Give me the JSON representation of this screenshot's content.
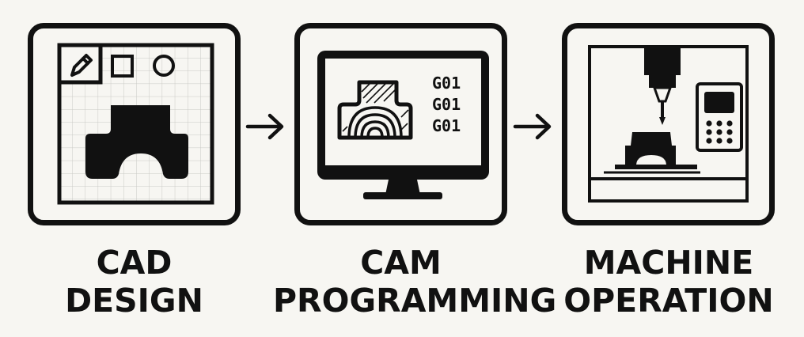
{
  "steps": [
    {
      "title_line1": "CAD",
      "title_line2": "DESIGN",
      "icon": "cad-drawing-icon"
    },
    {
      "title_line1": "CAM",
      "title_line2": "PROGRAMMING",
      "icon": "computer-monitor-icon",
      "gcode_lines": [
        "G01",
        "G01",
        "G01"
      ]
    },
    {
      "title_line1": "MACHINE",
      "title_line2": "OPERATION",
      "icon": "cnc-machine-icon"
    }
  ],
  "connectors": [
    "arrow-right-icon",
    "arrow-right-icon"
  ],
  "colors": {
    "ink": "#111111",
    "background": "#f7f6f2",
    "grid": "#c9c9c4"
  }
}
